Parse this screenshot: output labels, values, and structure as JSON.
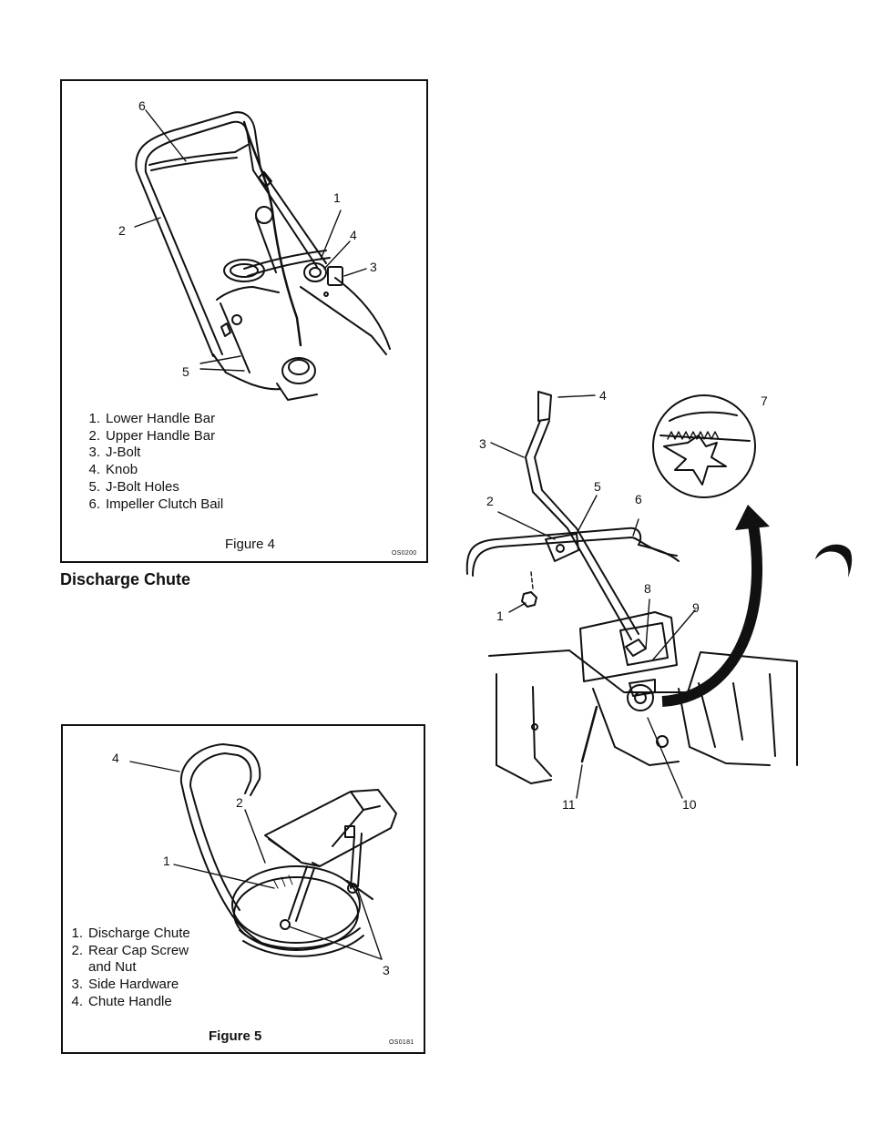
{
  "figure4": {
    "legend": [
      {
        "num": "1.",
        "text": "Lower Handle Bar"
      },
      {
        "num": "2.",
        "text": "Upper Handle Bar"
      },
      {
        "num": "3.",
        "text": "J-Bolt"
      },
      {
        "num": "4.",
        "text": "Knob"
      },
      {
        "num": "5.",
        "text": "J-Bolt Holes"
      },
      {
        "num": "6.",
        "text": "Impeller Clutch Bail"
      }
    ],
    "caption": "Figure 4",
    "code": "OS0200",
    "callouts": {
      "c1": "1",
      "c2": "2",
      "c3": "3",
      "c4": "4",
      "c5": "5",
      "c6": "6"
    }
  },
  "section_heading": "Discharge Chute",
  "figure5": {
    "legend": [
      {
        "num": "1.",
        "text": "Discharge Chute"
      },
      {
        "num": "2.",
        "text": "Rear Cap Screw"
      },
      {
        "num": "",
        "text": "and Nut"
      },
      {
        "num": "3.",
        "text": "Side Hardware"
      },
      {
        "num": "4.",
        "text": "Chute Handle"
      }
    ],
    "caption": "Figure 5",
    "code": "OS0181",
    "callouts": {
      "c1": "1",
      "c2": "2",
      "c3": "3",
      "c4": "4"
    }
  },
  "assembly": {
    "callouts": {
      "c1": "1",
      "c2": "2",
      "c3": "3",
      "c4": "4",
      "c5": "5",
      "c6": "6",
      "c7": "7",
      "c8": "8",
      "c9": "9",
      "c10": "10",
      "c11": "11"
    }
  }
}
